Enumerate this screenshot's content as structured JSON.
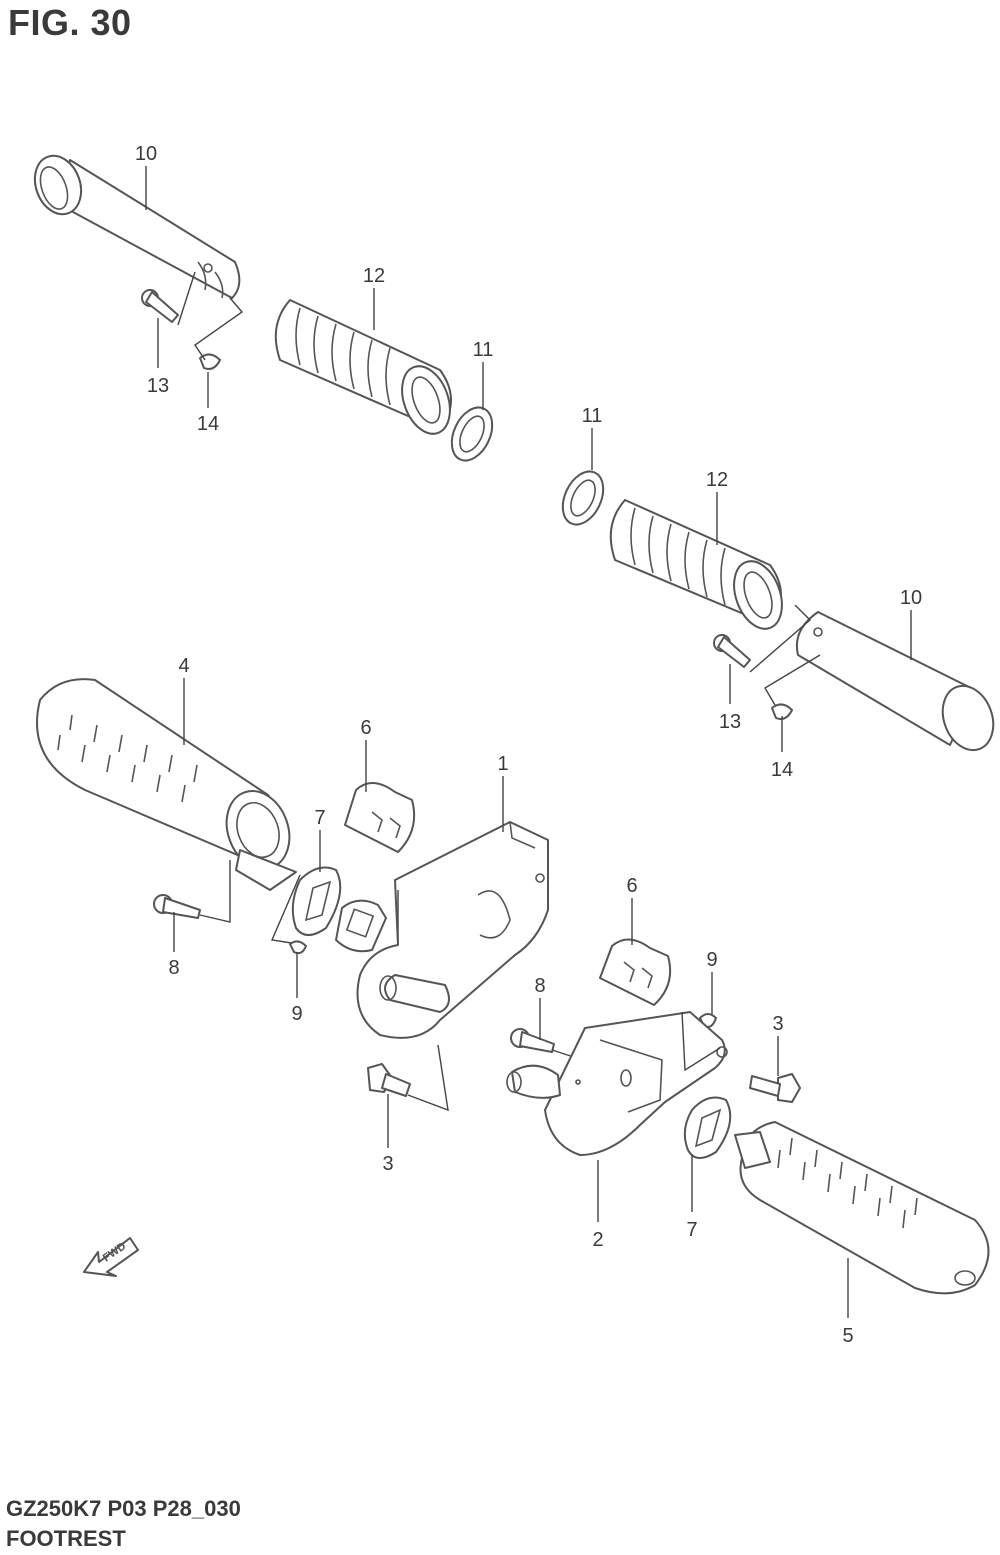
{
  "header": {
    "figure_title": "FIG. 30"
  },
  "footer": {
    "model_code": "GZ250K7 P03 P28_030",
    "section_name": "FOOTREST"
  },
  "direction_marker": {
    "label": "FWD",
    "icon": "fwd-arrow-icon"
  },
  "callouts": [
    {
      "id": "c1",
      "number": "1"
    },
    {
      "id": "c2",
      "number": "2"
    },
    {
      "id": "c3a",
      "number": "3"
    },
    {
      "id": "c3b",
      "number": "3"
    },
    {
      "id": "c4",
      "number": "4"
    },
    {
      "id": "c5",
      "number": "5"
    },
    {
      "id": "c6a",
      "number": "6"
    },
    {
      "id": "c6b",
      "number": "6"
    },
    {
      "id": "c7a",
      "number": "7"
    },
    {
      "id": "c7b",
      "number": "7"
    },
    {
      "id": "c8a",
      "number": "8"
    },
    {
      "id": "c8b",
      "number": "8"
    },
    {
      "id": "c9a",
      "number": "9"
    },
    {
      "id": "c9b",
      "number": "9"
    },
    {
      "id": "c10a",
      "number": "10"
    },
    {
      "id": "c10b",
      "number": "10"
    },
    {
      "id": "c11a",
      "number": "11"
    },
    {
      "id": "c11b",
      "number": "11"
    },
    {
      "id": "c12a",
      "number": "12"
    },
    {
      "id": "c12b",
      "number": "12"
    },
    {
      "id": "c13a",
      "number": "13"
    },
    {
      "id": "c13b",
      "number": "13"
    },
    {
      "id": "c14a",
      "number": "14"
    },
    {
      "id": "c14b",
      "number": "14"
    }
  ]
}
